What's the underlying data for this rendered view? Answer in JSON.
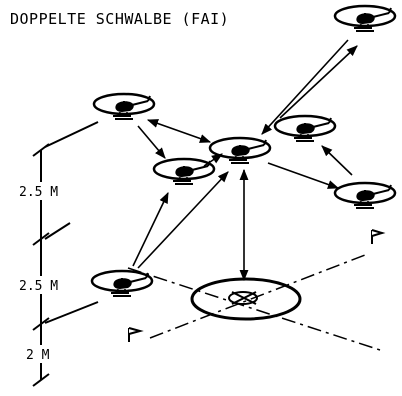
{
  "title": "DOPPELTE SCHWALBE (FAI)",
  "dimensions": {
    "upper": "2.5 M",
    "middle": "2.5 M",
    "lower": "2 M"
  },
  "colors": {
    "ink": "#000000",
    "background": "#ffffff"
  },
  "icons": {
    "helicopter": "helicopter-icon",
    "flag": "flag-icon",
    "helipad": "helipad-icon"
  }
}
